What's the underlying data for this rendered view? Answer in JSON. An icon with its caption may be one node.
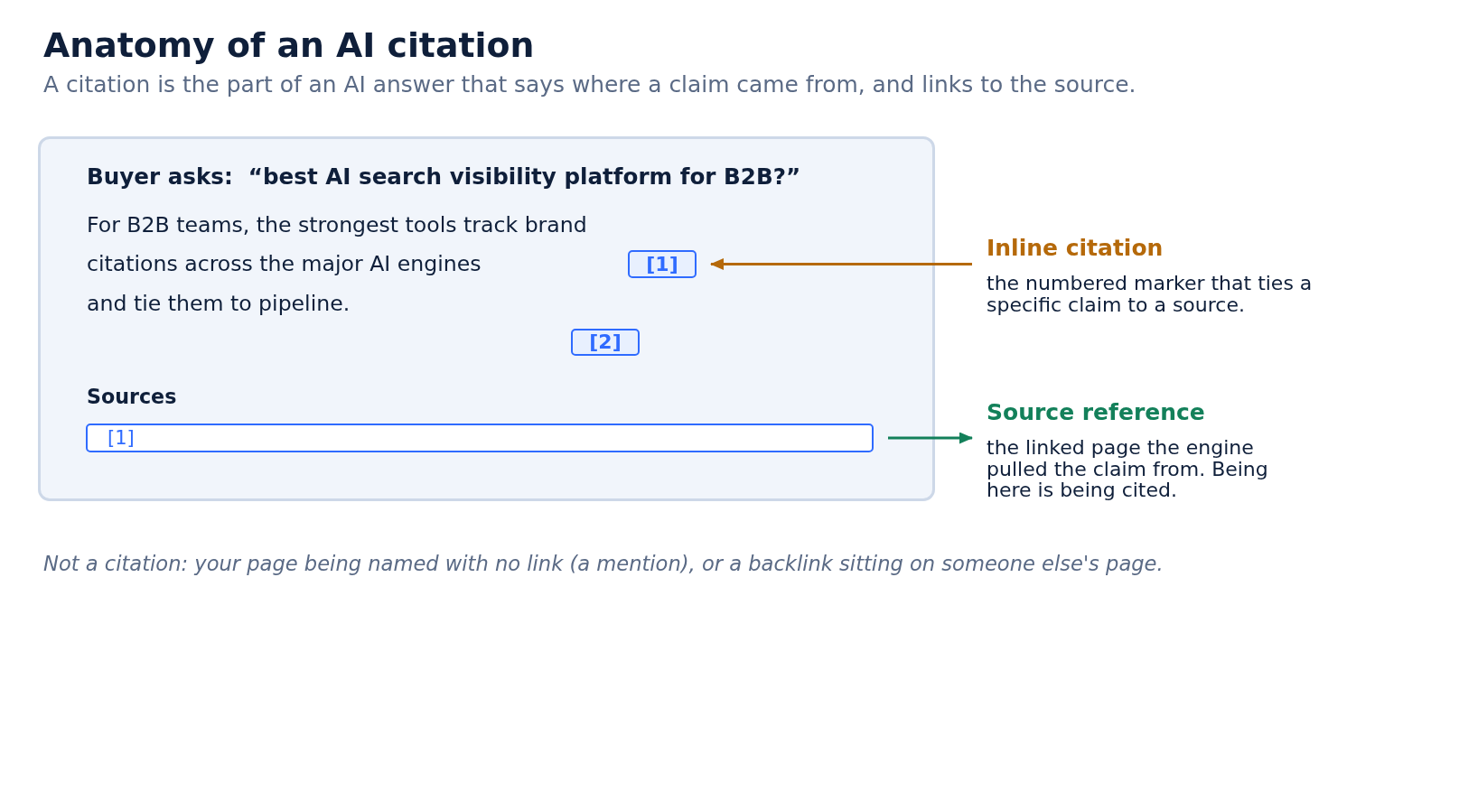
{
  "diagram": {
    "title": "Anatomy of an AI citation",
    "nodes": [
      {
        "text": [
          "Buyer asks:  “best AI search visibility platform for B2B?”",
          "For B2B teams, the strongest tools track brand",
          "citations across the major AI engines",
          "and tie them to pipeline.",
          "Sources"
        ]
      },
      {
        "text": [
          "[1]"
        ],
        "in": 0
      },
      {
        "text": [
          "[2]"
        ],
        "in": 0
      },
      {
        "text": [
          "[1]"
        ],
        "in": 0
      },
      {
        "text": [
          "Inline citation",
          "the numbered marker that ties a specific claim to a source."
        ]
      },
      {
        "text": [
          "Source reference",
          "the linked page the engine pulled the claim from. Being here is being cited."
        ]
      }
    ],
    "edges": [
      {
        "from": 4,
        "to": 1,
        "arrow": "to",
        "color": "#b5690a"
      },
      {
        "from": 3,
        "to": 5,
        "arrow": "to",
        "color": "#13805a"
      }
    ],
    "labels": [
      "A citation is the part of an AI answer that says where a claim came from, and links to the source.",
      "Not a citation: your page being named with no link (a mention), or a backlink sitting on someone else's page."
    ]
  }
}
